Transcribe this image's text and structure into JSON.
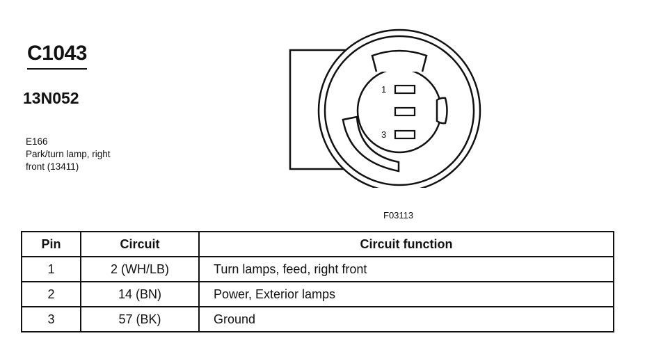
{
  "connector": {
    "id": "C1043",
    "part_number": "13N052",
    "description_lines": [
      "E166",
      "Park/turn lamp, right",
      "front (13411)"
    ]
  },
  "diagram": {
    "figure_code": "F03113",
    "pin_labels": [
      "1",
      "3"
    ]
  },
  "table": {
    "headers": [
      "Pin",
      "Circuit",
      "Circuit function"
    ],
    "rows": [
      {
        "pin": "1",
        "circuit": "2 (WH/LB)",
        "function": "Turn lamps, feed, right front"
      },
      {
        "pin": "2",
        "circuit": "14 (BN)",
        "function": "Power, Exterior lamps"
      },
      {
        "pin": "3",
        "circuit": "57 (BK)",
        "function": "Ground"
      }
    ]
  }
}
